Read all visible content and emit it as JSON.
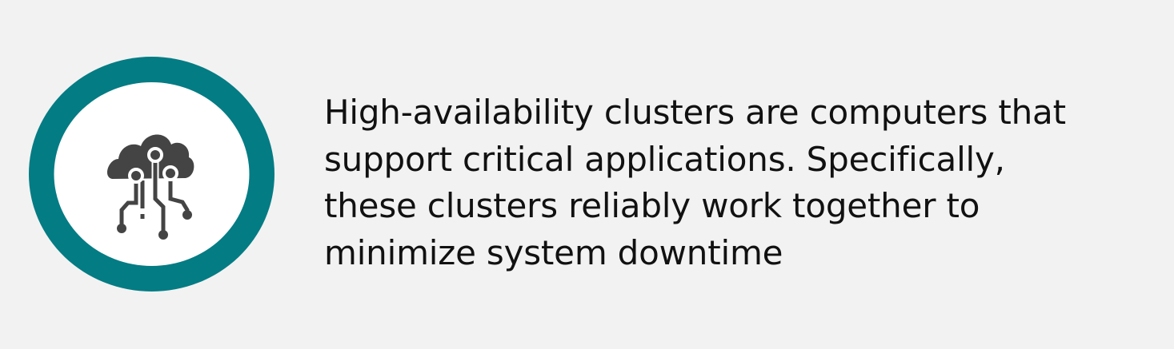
{
  "colors": {
    "ring": "#037c84",
    "icon": "#444444",
    "background": "#f2f2f2",
    "text": "#111111"
  },
  "icon": {
    "name": "cloud-circuit-icon"
  },
  "description": {
    "lines": [
      "High-availability clusters are computers that",
      "support critical applications. Specifically,",
      "these clusters reliably work together to",
      "minimize system downtime"
    ]
  }
}
